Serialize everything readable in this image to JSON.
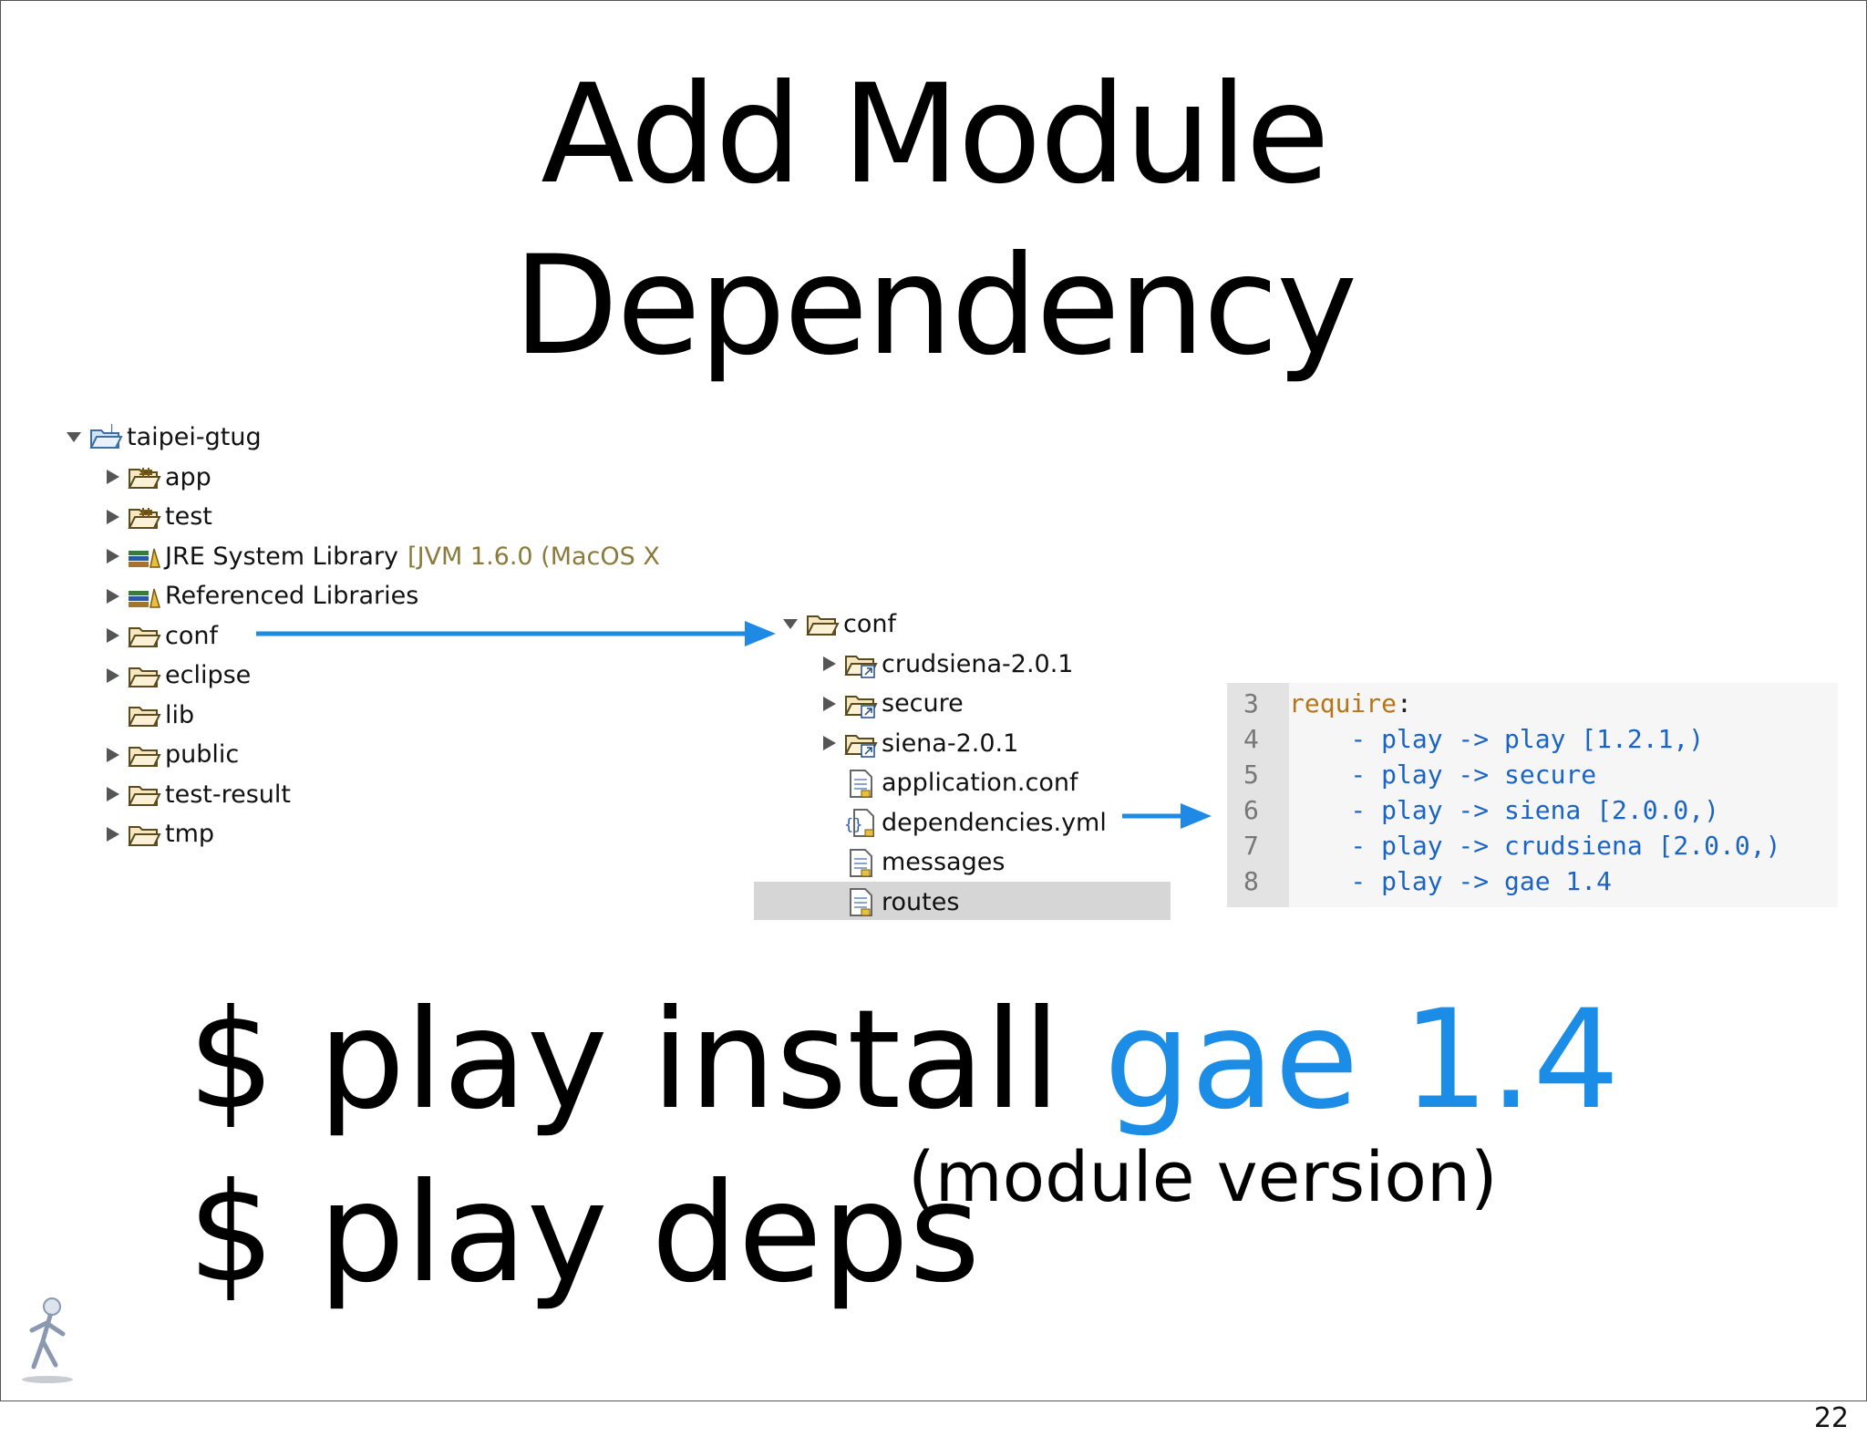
{
  "slide": {
    "title_line1": "Add Module",
    "title_line2": "Dependency",
    "page_number": "22"
  },
  "project_tree": {
    "root": "taipei-gtug",
    "items": [
      {
        "label": "app",
        "icon": "package-folder-icon",
        "expandable": true
      },
      {
        "label": "test",
        "icon": "package-folder-icon",
        "expandable": true
      },
      {
        "label": "JRE System Library",
        "suffix": "[JVM 1.6.0 (MacOS X",
        "icon": "library-icon",
        "expandable": true
      },
      {
        "label": "Referenced Libraries",
        "icon": "library-icon",
        "expandable": true
      },
      {
        "label": "conf",
        "icon": "folder-icon",
        "expandable": true
      },
      {
        "label": "eclipse",
        "icon": "folder-icon",
        "expandable": true
      },
      {
        "label": "lib",
        "icon": "folder-icon",
        "expandable": false
      },
      {
        "label": "public",
        "icon": "folder-icon",
        "expandable": true
      },
      {
        "label": "test-result",
        "icon": "folder-icon",
        "expandable": true
      },
      {
        "label": "tmp",
        "icon": "folder-icon",
        "expandable": true
      }
    ]
  },
  "conf_tree": {
    "root": "conf",
    "items": [
      {
        "label": "crudsiena-2.0.1",
        "icon": "linked-folder-icon",
        "expandable": true
      },
      {
        "label": "secure",
        "icon": "linked-folder-icon",
        "expandable": true
      },
      {
        "label": "siena-2.0.1",
        "icon": "linked-folder-icon",
        "expandable": true
      },
      {
        "label": "application.conf",
        "icon": "file-icon",
        "expandable": false
      },
      {
        "label": "dependencies.yml",
        "icon": "yaml-file-icon",
        "expandable": false
      },
      {
        "label": "messages",
        "icon": "file-icon",
        "expandable": false
      },
      {
        "label": "routes",
        "icon": "file-icon",
        "expandable": false,
        "selected": true
      }
    ]
  },
  "code": {
    "line_numbers": [
      "3",
      "4",
      "5",
      "6",
      "7",
      "8"
    ],
    "keyword": "require",
    "colon": ":",
    "lines": [
      "    - play -> play [1.2.1,)",
      "    - play -> secure",
      "    - play -> siena [2.0.0,)",
      "    - play -> crudsiena [2.0.0,)",
      "    - play -> gae 1.4"
    ]
  },
  "commands": {
    "line1_prefix": "$ play install ",
    "line1_accent": "gae 1.4",
    "line2": "$ play deps",
    "note": "(module version)"
  },
  "colors": {
    "accent": "#1b8de6",
    "arrow": "#1e8ae6",
    "code_text": "#1a64c6",
    "code_keyword": "#b87514",
    "selection": "#d6d6d6"
  }
}
